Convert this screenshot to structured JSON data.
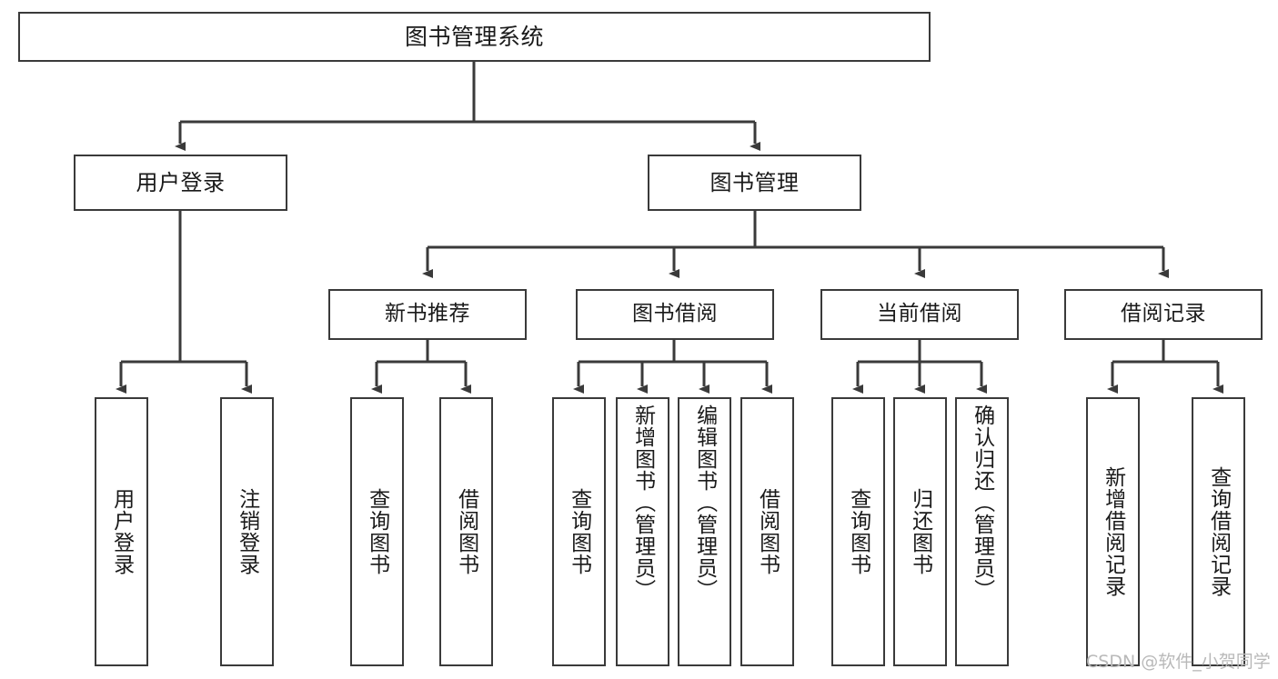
{
  "diagram": {
    "title": "图书管理系统",
    "type": "tree-hierarchy-diagram",
    "colors": {
      "box_border": "#3a3a3a",
      "box_fill": "#ffffff",
      "connector": "#3a3a3a",
      "text": "#1a1a1a",
      "watermark": "#b9b9b9",
      "background": "#ffffff"
    },
    "root": {
      "label": "图书管理系统"
    },
    "level2": [
      {
        "label": "用户登录"
      },
      {
        "label": "图书管理"
      }
    ],
    "level3": [
      {
        "label": "新书推荐"
      },
      {
        "label": "图书借阅"
      },
      {
        "label": "当前借阅"
      },
      {
        "label": "借阅记录"
      }
    ],
    "leaves": {
      "user_login": [
        {
          "label": "用户登录"
        },
        {
          "label": "注销登录"
        }
      ],
      "new_book_recommend": [
        {
          "label": "查询图书"
        },
        {
          "label": "借阅图书"
        }
      ],
      "book_borrow": [
        {
          "label": "查询图书"
        },
        {
          "label": "新增图书（管理员）"
        },
        {
          "label": "编辑图书（管理员）"
        },
        {
          "label": "借阅图书"
        }
      ],
      "current_borrow": [
        {
          "label": "查询图书"
        },
        {
          "label": "归还图书"
        },
        {
          "label": "确认归还（管理员）"
        }
      ],
      "borrow_record": [
        {
          "label": "新增借阅记录"
        },
        {
          "label": "查询借阅记录"
        }
      ]
    }
  },
  "watermark": {
    "text": "CSDN @软件_小贺同学"
  }
}
